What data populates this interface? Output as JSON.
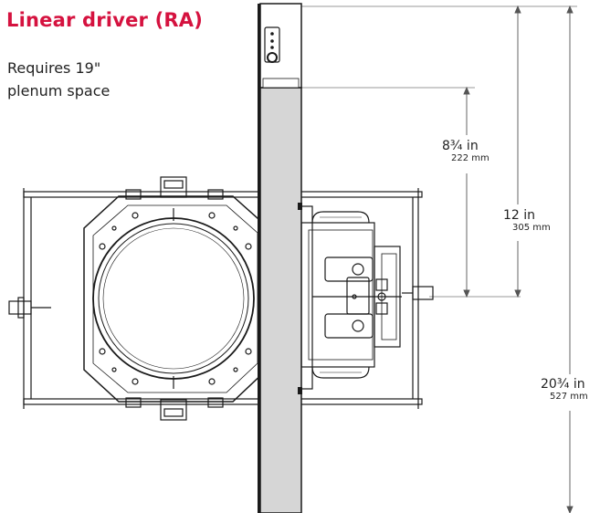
{
  "header": {
    "title": "Linear driver (RA)"
  },
  "note": {
    "line1": "Requires 19\"",
    "line2": "plenum space"
  },
  "dimensions": {
    "driver": {
      "imperial": "8¾ in",
      "metric": "222 mm"
    },
    "mid": {
      "imperial": "12 in",
      "metric": "305 mm"
    },
    "total": {
      "imperial": "20¾ in",
      "metric": "527 mm"
    }
  },
  "colors": {
    "title": "#d5123f",
    "driver_body": "#d6d6d6",
    "line": "#1a1a1a",
    "dim_line": "#555555"
  }
}
